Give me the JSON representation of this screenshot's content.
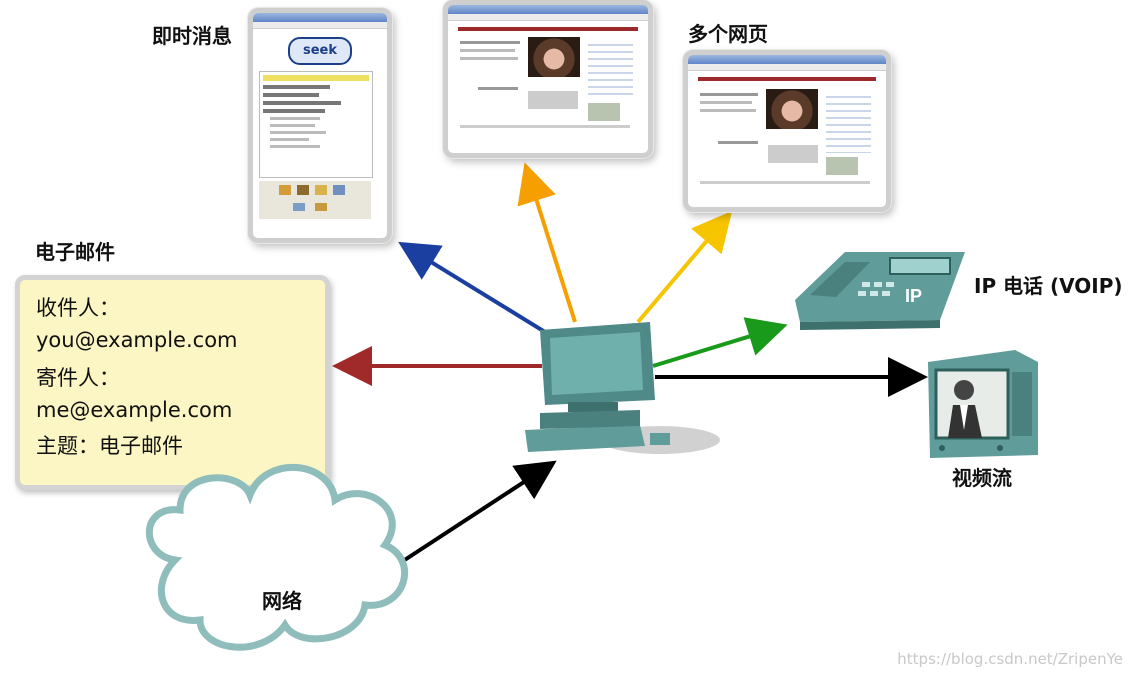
{
  "labels": {
    "im": "即时消息",
    "pages": "多个网页",
    "email": "电子邮件",
    "phone": "IP 电话 (VOIP)",
    "video": "视频流",
    "network": "网络"
  },
  "email": {
    "to_label": "收件人：",
    "to_value": "you@example.com",
    "from_label": "寄件人：",
    "from_value": "me@example.com",
    "subject": "主题：电子邮件"
  },
  "im_window": {
    "brand": "seek"
  },
  "phone_label": "IP",
  "watermark": "https://blog.csdn.net/ZripenYe",
  "colors": {
    "arrow_im": "#1a3fa0",
    "arrow_web1": "#f5a000",
    "arrow_web2": "#f7c400",
    "arrow_phone": "#1a9a1a",
    "arrow_email": "#a02a2a",
    "arrow_video": "#000000",
    "arrow_network": "#000000",
    "device_teal": "#5f9c9a"
  }
}
